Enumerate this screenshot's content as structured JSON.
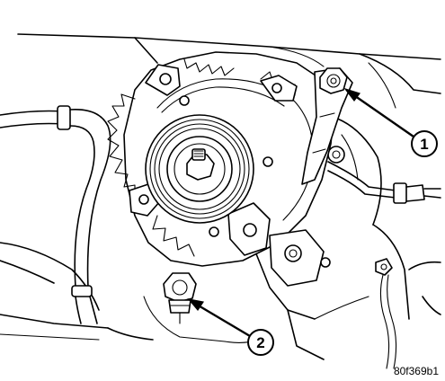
{
  "callouts": [
    {
      "number": "1",
      "target": "alternator-upper-mounting-bolt"
    },
    {
      "number": "2",
      "target": "alternator-lower-mounting-bolt"
    }
  ],
  "figure_id": "80f369b1",
  "colors": {
    "line": "#000000",
    "background": "#ffffff"
  }
}
